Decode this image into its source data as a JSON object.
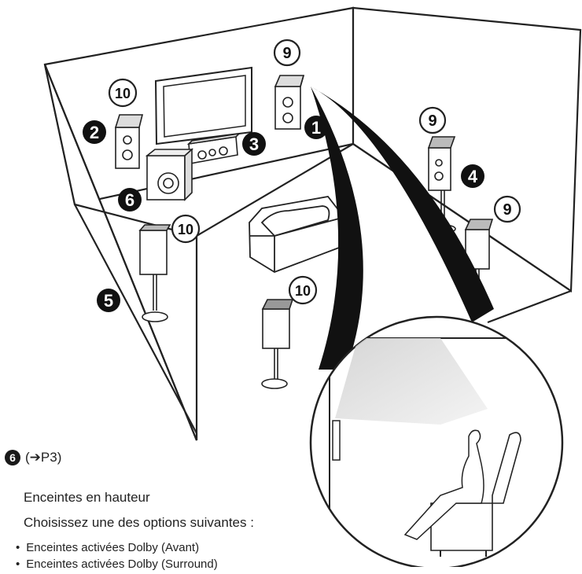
{
  "diagram": {
    "labels": {
      "front_right": "1",
      "front_left": "2",
      "center": "3",
      "surround_right": "4",
      "surround_left": "5",
      "subwoofer": "6",
      "height_right_front": "9",
      "height_right_surround": "9",
      "height_right_rear": "9",
      "height_left_front": "10",
      "height_left_surround": "10",
      "height_left_rear": "10"
    }
  },
  "text": {
    "ref_number": "6",
    "ref_page": "(➔P3)",
    "heading": "Enceintes en hauteur",
    "instruction": "Choisissez une des options suivantes :",
    "bullets": [
      "Enceintes activées Dolby (Avant)",
      "Enceintes activées Dolby (Surround)"
    ]
  }
}
